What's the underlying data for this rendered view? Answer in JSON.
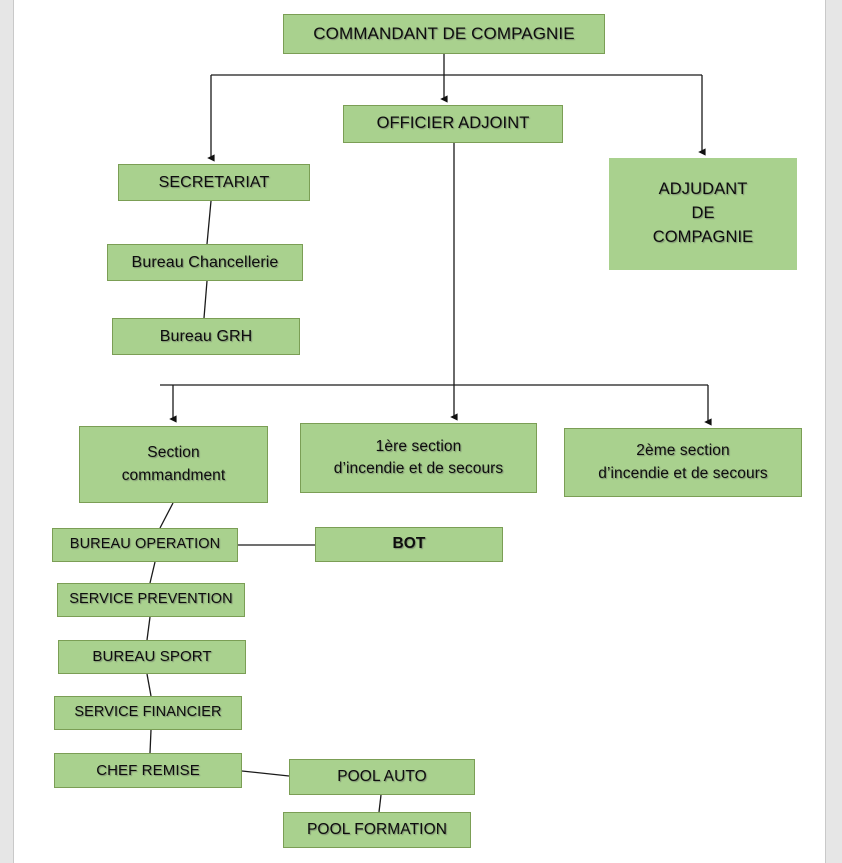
{
  "document": {
    "title": "Organigramme Compagnie",
    "page_background": "#ffffff",
    "gutter_color": "#e6e6e6"
  },
  "theme": {
    "node_fill": "#a9d18e",
    "node_border": "#7b9e55",
    "text_color": "#0d0d0d",
    "connector_color": "#1a1a1a"
  },
  "chart_data": {
    "type": "diagram",
    "subtype": "organizational-chart",
    "title": "Organigramme de la compagnie",
    "nodes": [
      {
        "id": "commandant",
        "label": "COMMANDANT DE COMPAGNIE",
        "level": 0
      },
      {
        "id": "officier",
        "label": "OFFICIER ADJOINT",
        "level": 1
      },
      {
        "id": "secretariat",
        "label": "SECRETARIAT",
        "level": 1
      },
      {
        "id": "adjudant",
        "label": "ADJUDANT DE COMPAGNIE",
        "level": 1,
        "lines": [
          "ADJUDANT",
          "DE",
          "COMPAGNIE"
        ]
      },
      {
        "id": "chancellerie",
        "label": "Bureau Chancellerie",
        "level": 2
      },
      {
        "id": "grh",
        "label": "Bureau GRH",
        "level": 3
      },
      {
        "id": "sectioncmd",
        "label": "Section commandment",
        "level": 2,
        "lines": [
          "Section",
          "commandment"
        ]
      },
      {
        "id": "section1",
        "label": "1ère section d’incendie et de secours",
        "level": 2,
        "lines": [
          "1ère section",
          "d’incendie et de secours"
        ]
      },
      {
        "id": "section2",
        "label": "2ème section d’incendie et de secours",
        "level": 2,
        "lines": [
          "2ème section",
          "d’incendie et de secours"
        ]
      },
      {
        "id": "bureauop",
        "label": "BUREAU OPERATION",
        "level": 3
      },
      {
        "id": "bot",
        "label": "BOT",
        "level": 4,
        "bold": true
      },
      {
        "id": "prevention",
        "label": "SERVICE PREVENTION",
        "level": 4
      },
      {
        "id": "sport",
        "label": "BUREAU SPORT",
        "level": 5
      },
      {
        "id": "financier",
        "label": "SERVICE FINANCIER",
        "level": 6
      },
      {
        "id": "chefremise",
        "label": "CHEF REMISE",
        "level": 7
      },
      {
        "id": "poolauto",
        "label": "POOL AUTO",
        "level": 8
      },
      {
        "id": "poolform",
        "label": "POOL FORMATION",
        "level": 9
      }
    ],
    "edges": [
      {
        "from": "commandant",
        "to": "officier",
        "arrow": true
      },
      {
        "from": "commandant",
        "to": "secretariat",
        "arrow": true
      },
      {
        "from": "commandant",
        "to": "adjudant",
        "arrow": true
      },
      {
        "from": "secretariat",
        "to": "chancellerie",
        "arrow": false
      },
      {
        "from": "chancellerie",
        "to": "grh",
        "arrow": false
      },
      {
        "from": "officier",
        "to": "sectioncmd",
        "arrow": true
      },
      {
        "from": "officier",
        "to": "section1",
        "arrow": true
      },
      {
        "from": "officier",
        "to": "section2",
        "arrow": true
      },
      {
        "from": "sectioncmd",
        "to": "bureauop",
        "arrow": false
      },
      {
        "from": "bureauop",
        "to": "bot",
        "arrow": false
      },
      {
        "from": "bureauop",
        "to": "prevention",
        "arrow": false
      },
      {
        "from": "prevention",
        "to": "sport",
        "arrow": false
      },
      {
        "from": "sport",
        "to": "financier",
        "arrow": false
      },
      {
        "from": "financier",
        "to": "chefremise",
        "arrow": false
      },
      {
        "from": "chefremise",
        "to": "poolauto",
        "arrow": false
      },
      {
        "from": "poolauto",
        "to": "poolform",
        "arrow": false
      }
    ]
  },
  "nodes": {
    "commandant": {
      "label": "COMMANDANT DE COMPAGNIE"
    },
    "officier": {
      "label": "OFFICIER ADJOINT"
    },
    "secretariat": {
      "label": "SECRETARIAT"
    },
    "adjudant": {
      "line1": "ADJUDANT",
      "line2": "DE",
      "line3": "COMPAGNIE"
    },
    "chancellerie": {
      "label": "Bureau Chancellerie"
    },
    "grh": {
      "label": "Bureau GRH"
    },
    "sectioncmd": {
      "line1": "Section",
      "line2": "commandment"
    },
    "section1": {
      "line1": "1ère section",
      "line2": "d’incendie et de secours"
    },
    "section2": {
      "line1": "2ème section",
      "line2": "d’incendie et de secours"
    },
    "bureauop": {
      "label": "BUREAU OPERATION"
    },
    "bot": {
      "label": "BOT"
    },
    "prevention": {
      "label": "SERVICE PREVENTION"
    },
    "sport": {
      "label": "BUREAU SPORT"
    },
    "financier": {
      "label": "SERVICE FINANCIER"
    },
    "chefremise": {
      "label": "CHEF REMISE"
    },
    "poolauto": {
      "label": "POOL AUTO"
    },
    "poolform": {
      "label": "POOL FORMATION"
    }
  }
}
